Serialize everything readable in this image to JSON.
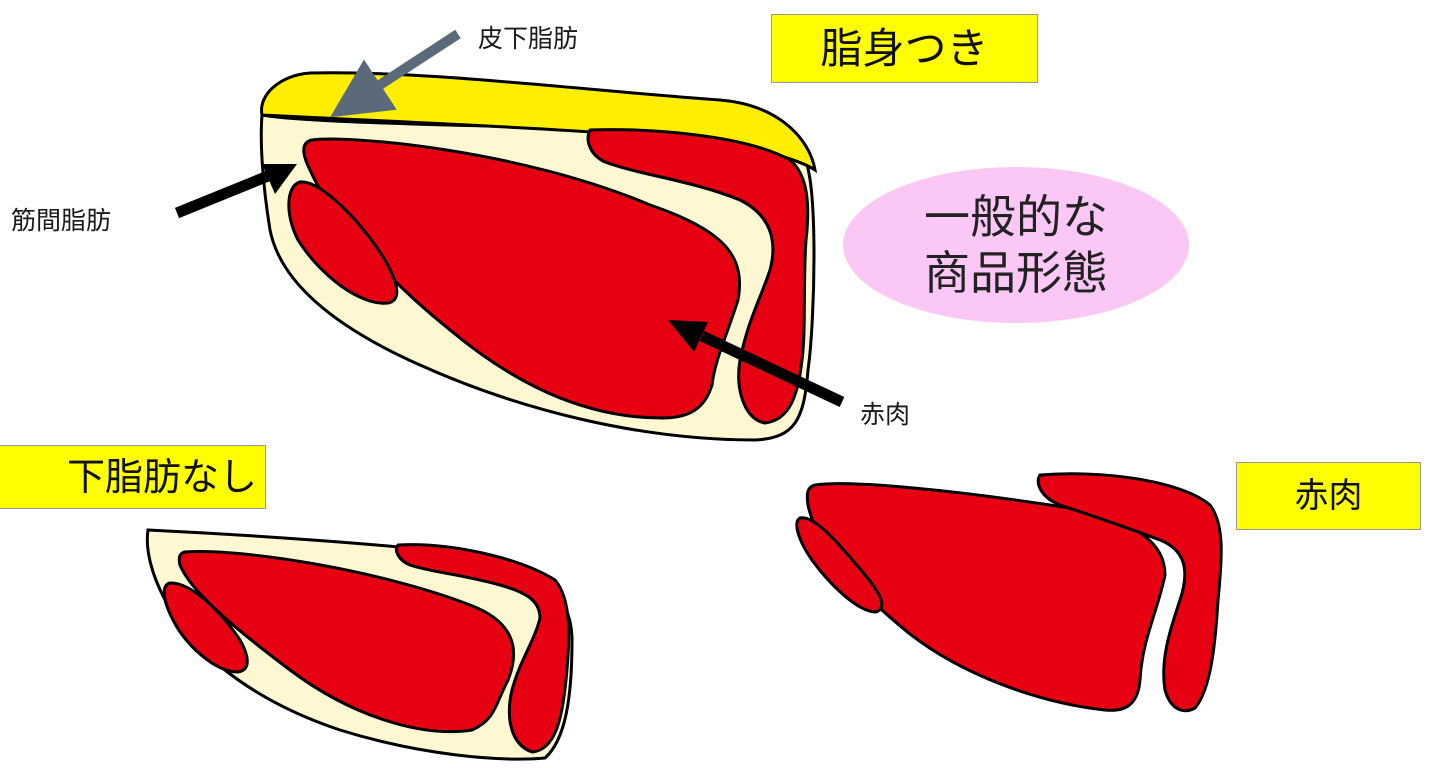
{
  "labels": {
    "subcutaneous_fat": "皮下脂肪",
    "intermuscular_fat": "筋間脂肪",
    "lean_meat": "赤肉"
  },
  "tags": {
    "with_fat": "脂身つき",
    "no_subcutaneous_fat": "下脂肪なし",
    "lean_only": "赤肉"
  },
  "note": {
    "line1": "一般的な",
    "line2": "商品形態"
  },
  "colors": {
    "lean": "#e60012",
    "intermuscular_fat": "#fdf7d2",
    "subcutaneous_fat": "#ffee00",
    "tag_bg": "#ffff00",
    "note_bg": "#fbc8f6",
    "arrow_black": "#000000",
    "arrow_grey": "#5a6a7a"
  }
}
